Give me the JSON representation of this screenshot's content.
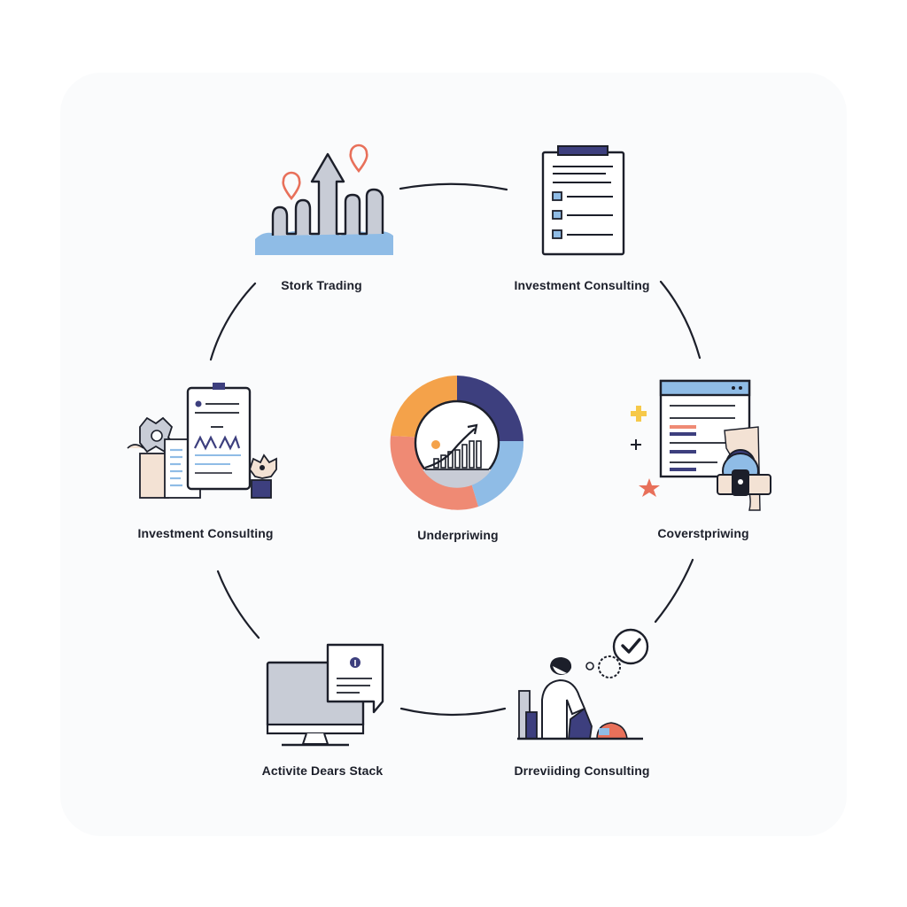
{
  "nodes": {
    "stock_trading": {
      "label": "Stork Trading",
      "icon": "stock-chart-icon"
    },
    "investment_consulting_top": {
      "label": "Investment Consulting",
      "icon": "clipboard-checklist-icon"
    },
    "investment_consulting_left": {
      "label": "Investment Consulting",
      "icon": "tablet-report-icon"
    },
    "center": {
      "label": "Underpriwing",
      "icon": "donut-growth-chart-icon"
    },
    "overpricing": {
      "label": "Coverstpriwing",
      "icon": "secure-browser-icon"
    },
    "active_dealers": {
      "label": "Activite Dears Stack",
      "icon": "monitor-message-icon"
    },
    "providing_consulting": {
      "label": "Drreviiding Consulting",
      "icon": "person-checkmark-icon"
    }
  },
  "colors": {
    "navy": "#3d3f7e",
    "orange": "#f4a24a",
    "coral": "#ef8a74",
    "sky": "#8fbce6",
    "ink": "#1c1f2a"
  }
}
